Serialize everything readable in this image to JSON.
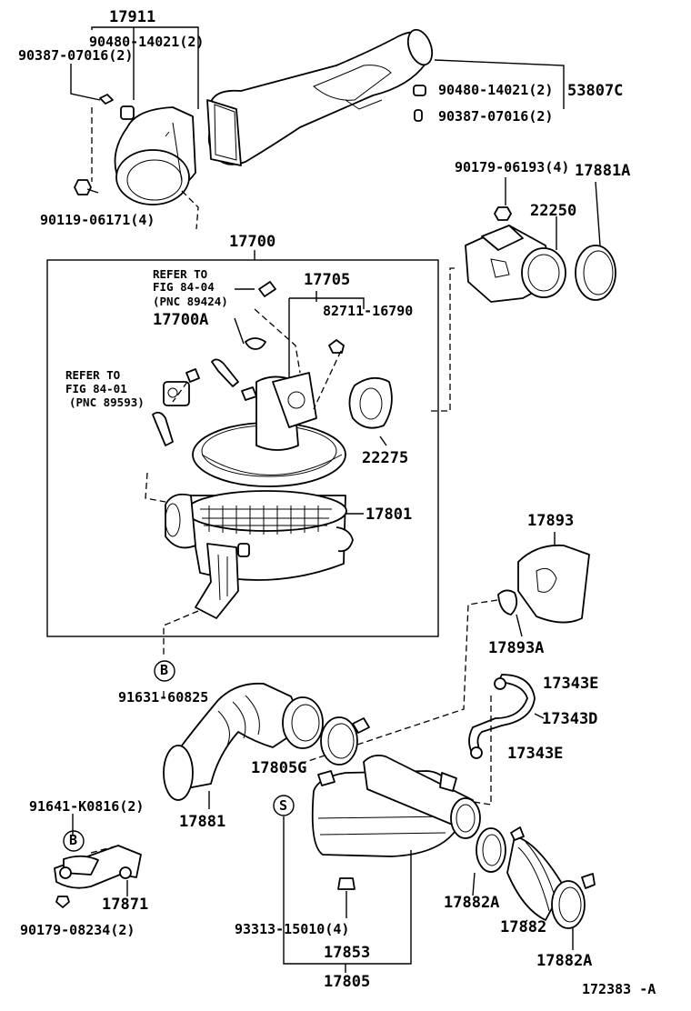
{
  "diagram_id": "172383 -A",
  "labels": {
    "p17911": "17911",
    "p90480_a": "90480-14021(2)",
    "p90387_a": "90387-07016(2)",
    "p90480_b": "90480-14021(2)",
    "p53807c": "53807C",
    "p90387_b": "90387-07016(2)",
    "p90119": "90119-06171(4)",
    "p90179_a": "90179-06193(4)",
    "p17881a": "17881A",
    "p22250": "22250",
    "p17700": "17700",
    "ref1_a": "REFER TO",
    "ref1_b": "FIG 84-04",
    "ref1_c": "(PNC 89424)",
    "p17705": "17705",
    "p82711": "82711-16790",
    "p17700a": "17700A",
    "ref2_a": "REFER TO",
    "ref2_b": "FIG 84-01",
    "ref2_c": "(PNC 89593)",
    "p22275": "22275",
    "p17801": "17801",
    "p17893": "17893",
    "p17893a": "17893A",
    "callout_b1": "B",
    "p91631": "91631-60825",
    "p17343e_a": "17343E",
    "p17343d": "17343D",
    "p17343e_b": "17343E",
    "p17805g": "17805G",
    "p17881": "17881",
    "p91641": "91641-K0816(2)",
    "callout_b2": "B",
    "callout_s": "S",
    "p17871": "17871",
    "p90179_b": "90179-08234(2)",
    "p93313": "93313-15010(4)",
    "p17853": "17853",
    "p17805": "17805",
    "p17882a_a": "17882A",
    "p17882": "17882",
    "p17882a_b": "17882A"
  }
}
